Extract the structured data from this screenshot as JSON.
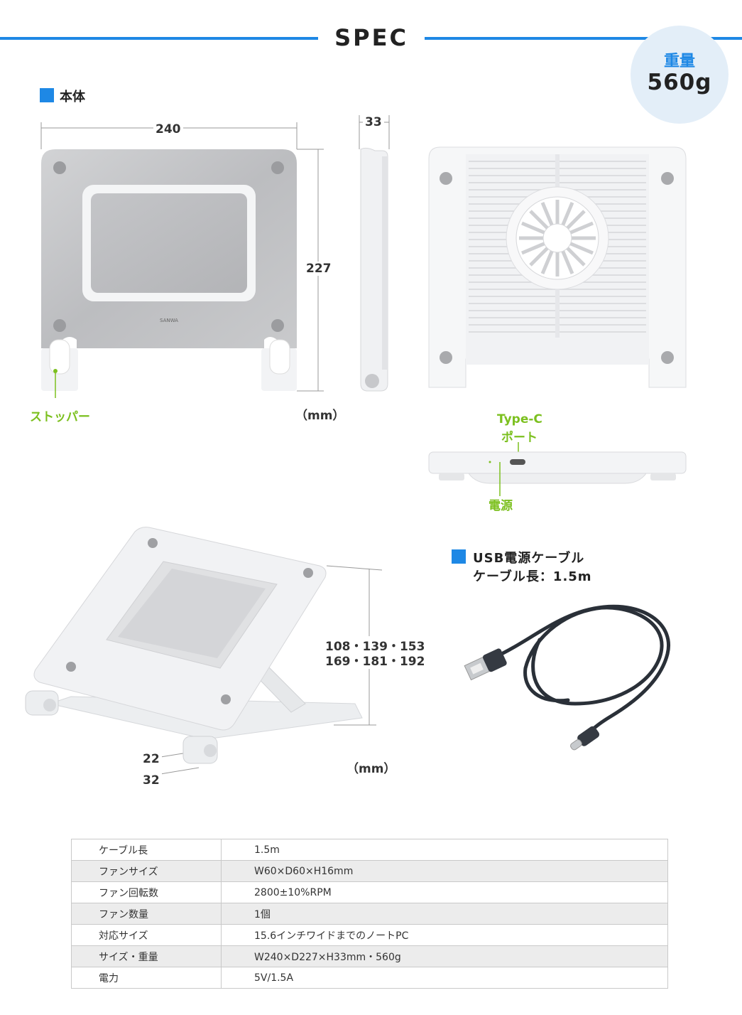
{
  "header": {
    "title": "SPEC"
  },
  "weight": {
    "label": "重量",
    "value": "560g"
  },
  "body_section": {
    "label": "本体",
    "dims": {
      "width": "240",
      "height": "227",
      "thickness": "33"
    },
    "stopper_label": "ストッパー",
    "unit": "（mm）",
    "port_label_line1": "Type-C",
    "port_label_line2": "ポート",
    "power_label": "電源",
    "logo_text": "SANWA"
  },
  "stand_section": {
    "heights_line1": "108・139・153",
    "heights_line2": "169・181・192",
    "dim_a": "22",
    "dim_b": "32",
    "unit": "（mm）"
  },
  "cable_section": {
    "label_line1": "USB電源ケーブル",
    "label_line2": "ケーブル長：1.5m"
  },
  "colors": {
    "accent": "#1e88e5",
    "callout": "#7cc01f"
  },
  "spec_table": [
    {
      "key": "ケーブル長",
      "value": "1.5m"
    },
    {
      "key": "ファンサイズ",
      "value": "W60×D60×H16mm"
    },
    {
      "key": "ファン回転数",
      "value": "2800±10%RPM"
    },
    {
      "key": "ファン数量",
      "value": "1個"
    },
    {
      "key": "対応サイズ",
      "value": "15.6インチワイドまでのノートPC"
    },
    {
      "key": "サイズ・重量",
      "value": "W240×D227×H33mm・560g"
    },
    {
      "key": "電力",
      "value": "5V/1.5A"
    }
  ]
}
